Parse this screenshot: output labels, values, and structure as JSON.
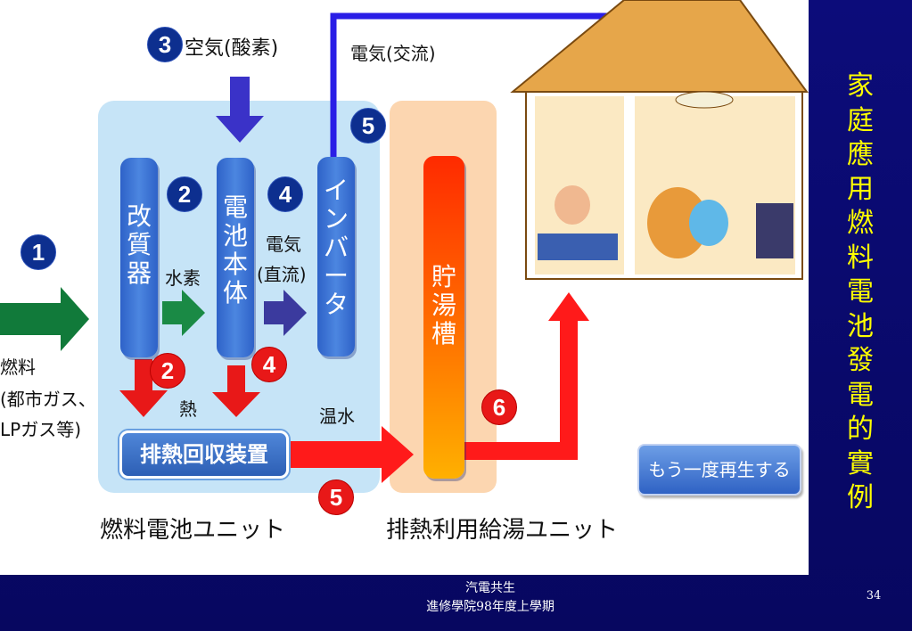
{
  "colors": {
    "accent_blue": "#0d2f8f",
    "accent_red": "#e81818",
    "title_yellow": "#ffff00",
    "bg_navy": "#0a0a6e"
  },
  "side_title": [
    "家",
    "庭",
    "應",
    "用",
    "燃",
    "料",
    "電",
    "池",
    "發",
    "電",
    "的",
    "實",
    "例"
  ],
  "footer": {
    "line1": "汽電共生",
    "line2": "進修學院98年度上學期",
    "page": "34"
  },
  "diagram": {
    "badges": {
      "b1": "1",
      "b2a": "2",
      "b2b": "2",
      "b3": "3",
      "b4a": "4",
      "b4b": "4",
      "b5a": "5",
      "b5b": "5",
      "b6": "6"
    },
    "air_label": "空気(酸素)",
    "ac_label": "電気(交流)",
    "fuel": {
      "line1": "燃料",
      "line2": "(都市ガス、",
      "line3": "LPガス等)"
    },
    "reformer": [
      "改",
      "質",
      "器"
    ],
    "stack": [
      "電",
      "池",
      "本",
      "体"
    ],
    "inverter": [
      "イ",
      "ン",
      "バ",
      "ー",
      "タ"
    ],
    "tank": [
      "貯",
      "湯",
      "槽"
    ],
    "hydrogen": "水素",
    "dc": {
      "line1": "電気",
      "line2": "(直流)"
    },
    "heat": "熱",
    "hot_water": "温水",
    "heat_recovery": "排熱回収装置",
    "unit_fc": "燃料電池ユニット",
    "unit_hw": "排熱利用給湯ユニット",
    "replay": "もう一度再生する"
  }
}
